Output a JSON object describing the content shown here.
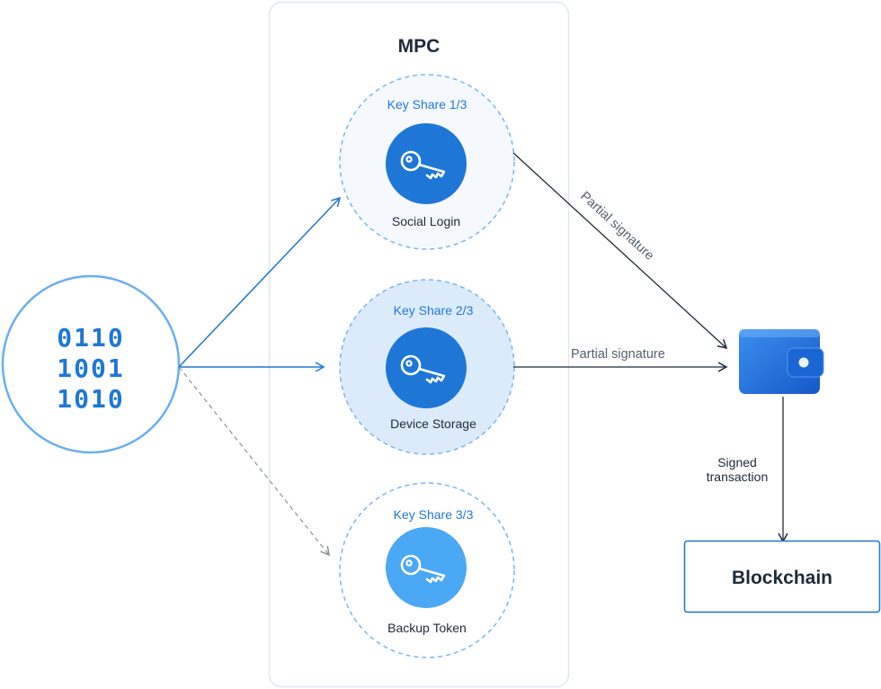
{
  "mpc": {
    "title": "MPC"
  },
  "data_source": {
    "lines": [
      "0110",
      "1001",
      "1010"
    ]
  },
  "shares": [
    {
      "title": "Key Share 1/3",
      "label": "Social Login"
    },
    {
      "title": "Key Share 2/3",
      "label": "Device Storage"
    },
    {
      "title": "Key Share 3/3",
      "label": "Backup Token"
    }
  ],
  "edges": {
    "share1_to_wallet": "Partial signature",
    "share2_to_wallet": "Partial signature",
    "wallet_to_blockchain": [
      "Signed",
      "transaction"
    ]
  },
  "blockchain": {
    "label": "Blockchain"
  },
  "colors": {
    "primary": "#1e77d6",
    "light_blue": "#4aa8f5",
    "circle_fill_light": "#f5f9fe",
    "circle_fill_active": "#dcebfb",
    "panel_border": "#dfe7f0",
    "dark_text": "#1f2a3a"
  }
}
